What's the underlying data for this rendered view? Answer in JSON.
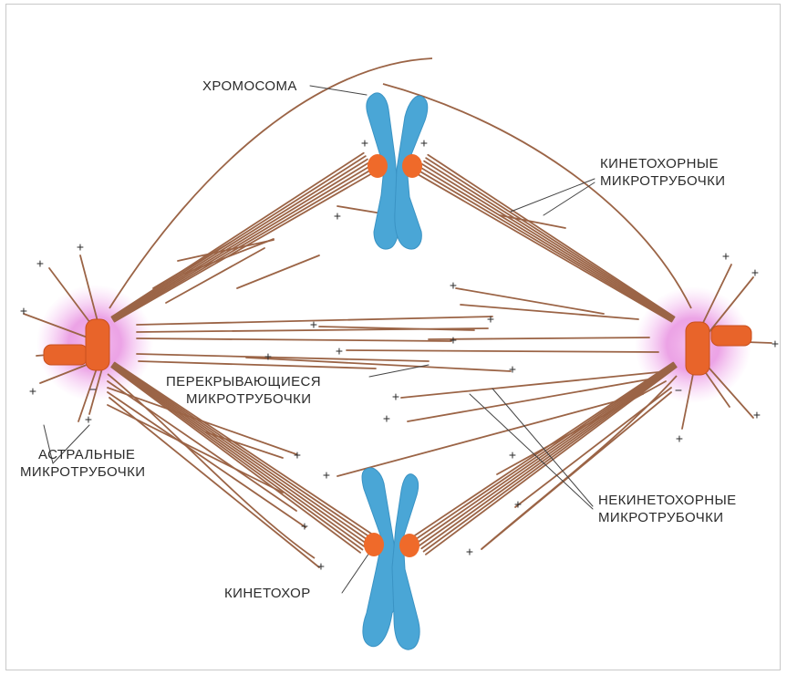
{
  "labels": {
    "chromosome": "ХРОМОСОМА",
    "kinetochore_mt_1": "КИНЕТОХОРНЫЕ",
    "kinetochore_mt_2": "МИКРОТРУБОЧКИ",
    "overlap_mt_1": "ПЕРЕКРЫВАЮЩИЕСЯ",
    "overlap_mt_2": "МИКРОТРУБОЧКИ",
    "astral_mt_1": "АСТРАЛЬНЫЕ",
    "astral_mt_2": "МИКРОТРУБОЧКИ",
    "nonkinetochore_mt_1": "НЕКИНЕТОХОРНЫЕ",
    "nonkinetochore_mt_2": "МИКРОТРУБОЧКИ",
    "kinetochore": "КИНЕТОХОР"
  },
  "signs": {
    "plus": "+",
    "minus": "−"
  },
  "colors": {
    "microtubule": "#9b6446",
    "chromosome": "#4aa6d6",
    "kinetochore": "#ef6a2a",
    "centrosome": "#e8642a",
    "pole_glow": "#e070d8",
    "leader": "#444444"
  }
}
